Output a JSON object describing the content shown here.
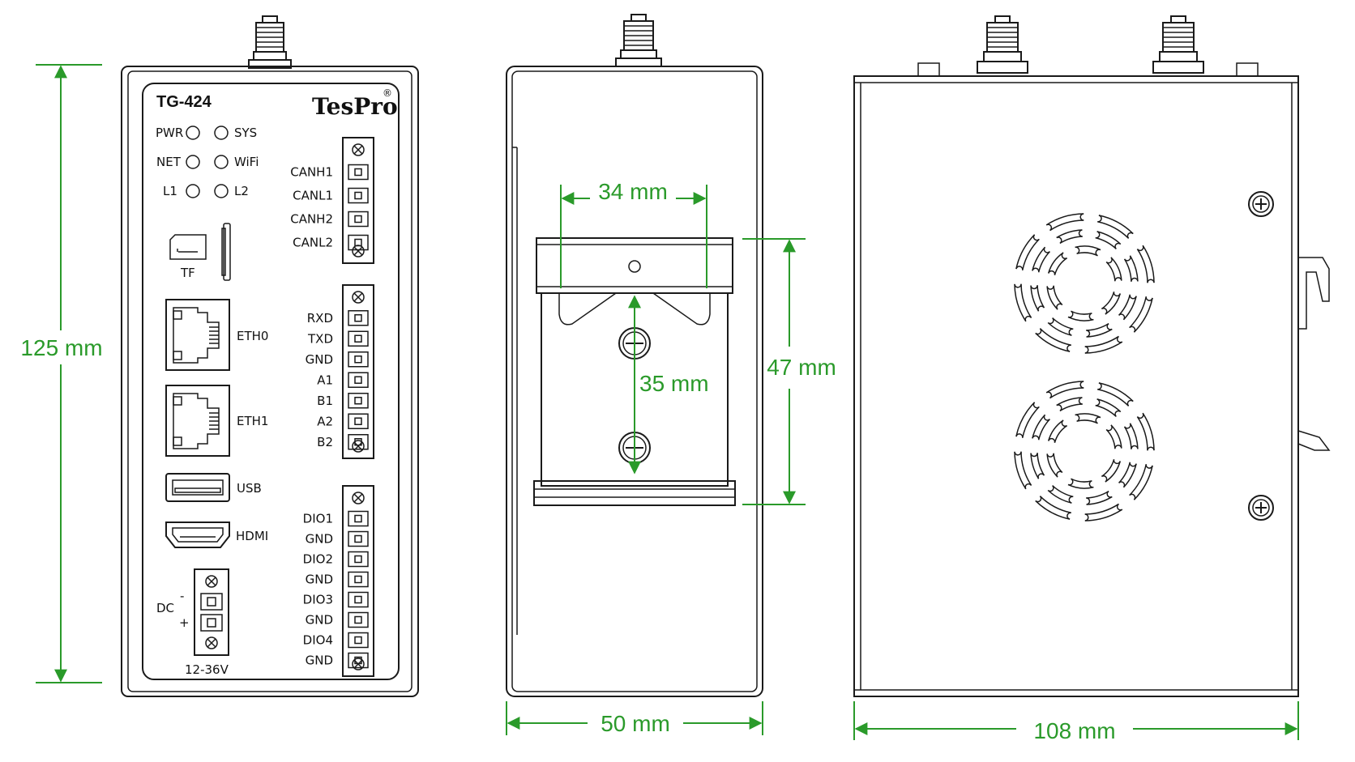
{
  "front": {
    "model": "TG-424",
    "brand": "TesPro",
    "brand_mark": "®",
    "leds": [
      {
        "label": "PWR"
      },
      {
        "label": "SYS"
      },
      {
        "label": "NET"
      },
      {
        "label": "WiFi"
      },
      {
        "label": "L1"
      },
      {
        "label": "L2"
      }
    ],
    "tf_label": "TF",
    "eth0_label": "ETH0",
    "eth1_label": "ETH1",
    "usb_label": "USB",
    "hdmi_label": "HDMI",
    "dc_label": "DC",
    "dc_minus": "-",
    "dc_plus": "+",
    "voltage_label": "12-36V",
    "can_terminals": [
      "CANH1",
      "CANL1",
      "CANH2",
      "CANL2"
    ],
    "serial_terminals": [
      "RXD",
      "TXD",
      "GND",
      "A1",
      "B1",
      "A2",
      "B2"
    ],
    "dio_terminals": [
      "DIO1",
      "GND",
      "DIO2",
      "GND",
      "DIO3",
      "GND",
      "DIO4",
      "GND"
    ]
  },
  "dimensions": {
    "height": "125 mm",
    "width_side": "50 mm",
    "rail_width": "34 mm",
    "rail_height": "47 mm",
    "hole_spacing": "35 mm",
    "width_top": "108 mm"
  },
  "colors": {
    "dimension": "#2a9a2a",
    "outline": "#1a1a1a"
  }
}
